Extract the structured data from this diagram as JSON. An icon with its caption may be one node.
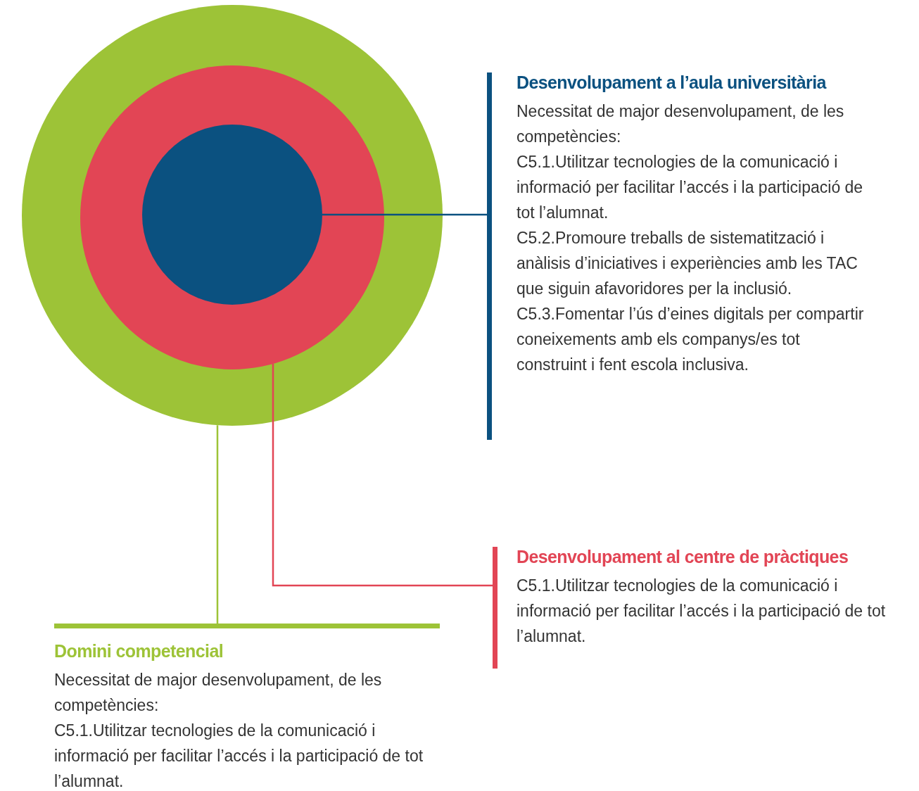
{
  "diagram": {
    "nodes": [
      {
        "text": [],
        "shape": "circle"
      },
      {
        "text": [],
        "shape": "circle",
        "in": 0
      },
      {
        "text": [],
        "shape": "circle",
        "in": 1
      },
      {
        "text": [
          "Desenvolupament a l’aula universitària",
          "Necessitat de major desenvolupament, de les competències:",
          "C5.1.Utilitzar tecnologies de la comunicació i informació per facilitar l’accés i la participació de tot l’alumnat.",
          "C5.2.Promoure treballs de sistematització i anàlisis d’iniciatives i experiències amb les TAC que siguin afavoridores per la inclusió.",
          "C5.3.Fomentar l’ús d’eines digitals per compartir coneixements amb els companys/es tot construint i fent escola inclusiva."
        ]
      },
      {
        "text": [
          "Desenvolupament al centre de pràctiques",
          "C5.1.Utilitzar tecnologies de la comunicació i informació per facilitar l’accés i la participació de tot l’alumnat."
        ]
      },
      {
        "text": [
          "Domini competencial",
          "Necessitat de major desenvolupament, de les competències:",
          "C5.1.Utilitzar tecnologies de la comunicació i informació per facilitar l’accés i la participació de tot l’alumnat."
        ]
      }
    ],
    "edges": [
      {
        "from": 3,
        "to": 2,
        "arrow": "none",
        "color": "#0b5180"
      },
      {
        "from": 4,
        "to": 1,
        "arrow": "none",
        "color": "#e24555"
      },
      {
        "from": 5,
        "to": 0,
        "arrow": "none",
        "color": "#9dc337"
      }
    ]
  }
}
